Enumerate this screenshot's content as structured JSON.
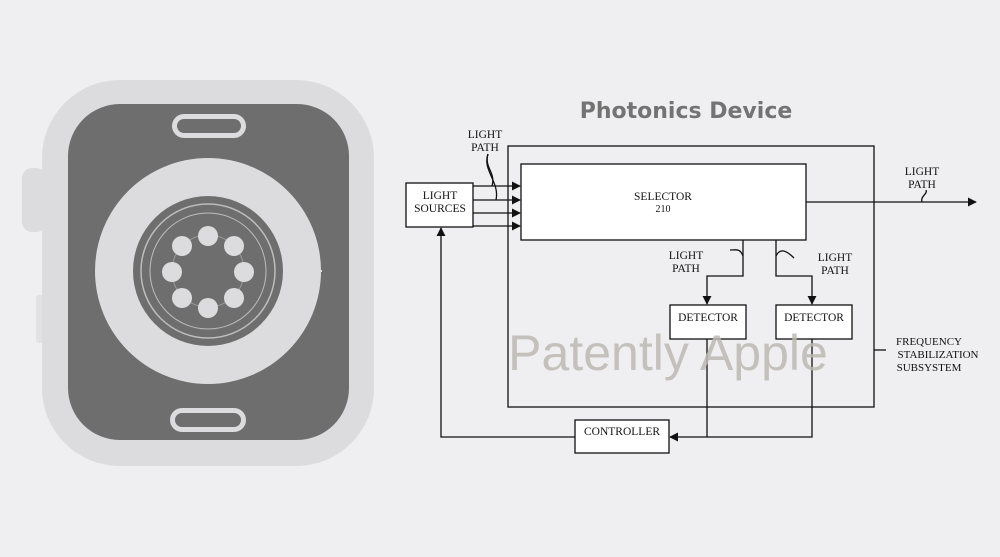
{
  "title": "Photonics Device",
  "watermark": "Patently Apple",
  "diagram": {
    "light_sources": [
      "LIGHT",
      "SOURCES"
    ],
    "selector": [
      "SELECTOR",
      "210"
    ],
    "detector_left": "DETECTOR",
    "detector_right": "DETECTOR",
    "controller": "CONTROLLER",
    "light_path_input": [
      "LIGHT",
      "PATH"
    ],
    "light_path_output": [
      "LIGHT",
      "PATH"
    ],
    "light_path_left": [
      "LIGHT",
      "PATH"
    ],
    "light_path_right": [
      "LIGHT",
      "PATH"
    ],
    "subsystem": [
      "FREQUENCY",
      "STABILIZATION",
      "SUBSYSTEM"
    ]
  },
  "colors": {
    "background": "#efeff1",
    "watch_frame": "#dcdcde",
    "watch_face": "#6f6e6e",
    "ring": "#dcdcde",
    "sensor_inner": "#6f6e6e",
    "title": "#737373",
    "watermark": "#bdbab3"
  }
}
